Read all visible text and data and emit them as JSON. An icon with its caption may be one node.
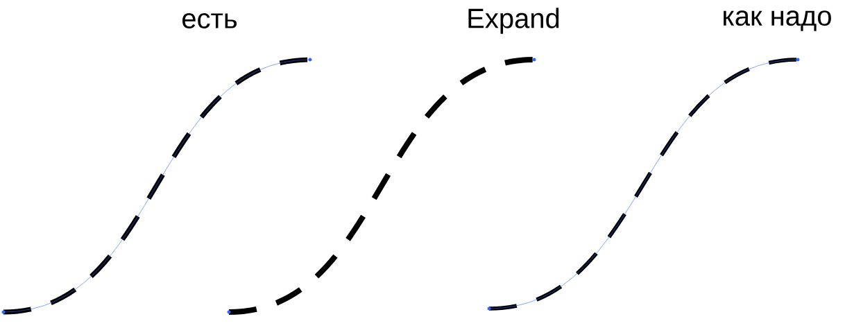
{
  "diagram": {
    "labels": [
      "есть",
      "Expand",
      "как надо"
    ]
  }
}
